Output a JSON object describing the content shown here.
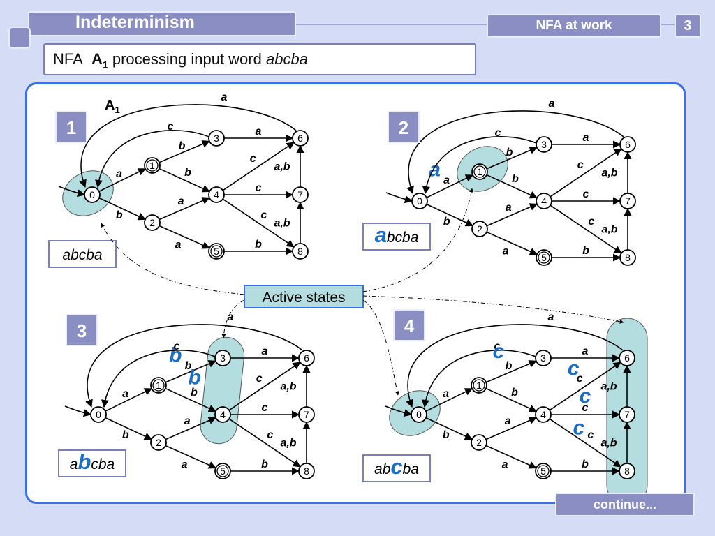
{
  "header": {
    "title": "Indeterminism",
    "tag": "NFA at work",
    "page_number": "3"
  },
  "subtitle": {
    "prefix": "NFA",
    "automaton": "A",
    "automaton_sub": "1",
    "middle": "processing input word",
    "word": "abcba"
  },
  "diagram": {
    "automaton_label": "A",
    "automaton_label_sub": "1",
    "active_states_label": "Active states",
    "continue_label": "continue...",
    "panels": [
      {
        "step": "1",
        "word_before": "",
        "word_hl": "",
        "word_after": "abcba",
        "active_states": [
          "0"
        ],
        "highlighted_labels": []
      },
      {
        "step": "2",
        "word_before": "",
        "word_hl": "a",
        "word_after": "bcba",
        "active_states": [
          "1"
        ],
        "highlighted_labels": [
          "a"
        ]
      },
      {
        "step": "3",
        "word_before": "a",
        "word_hl": "b",
        "word_after": "cba",
        "active_states": [
          "3",
          "4"
        ],
        "highlighted_labels": [
          "b",
          "b"
        ]
      },
      {
        "step": "4",
        "word_before": "ab",
        "word_hl": "c",
        "word_after": "ba",
        "active_states": [
          "0",
          "6",
          "7",
          "8"
        ],
        "highlighted_labels": [
          "c",
          "c",
          "c",
          "c"
        ]
      }
    ],
    "states": [
      "0",
      "1",
      "2",
      "3",
      "4",
      "5",
      "6",
      "7",
      "8"
    ],
    "initial_state": "0",
    "accepting_states": [
      "1",
      "5"
    ],
    "transitions": [
      {
        "from": "0",
        "to": "1",
        "label": "a"
      },
      {
        "from": "0",
        "to": "2",
        "label": "b"
      },
      {
        "from": "1",
        "to": "3",
        "label": "b"
      },
      {
        "from": "1",
        "to": "4",
        "label": "b"
      },
      {
        "from": "2",
        "to": "4",
        "label": "a"
      },
      {
        "from": "2",
        "to": "5",
        "label": "a"
      },
      {
        "from": "3",
        "to": "6",
        "label": "a"
      },
      {
        "from": "3",
        "to": "0",
        "label": "c"
      },
      {
        "from": "4",
        "to": "6",
        "label": "c"
      },
      {
        "from": "4",
        "to": "7",
        "label": "c"
      },
      {
        "from": "4",
        "to": "8",
        "label": "c"
      },
      {
        "from": "5",
        "to": "8",
        "label": "b"
      },
      {
        "from": "7",
        "to": "6",
        "label": "a,b"
      },
      {
        "from": "8",
        "to": "7",
        "label": "a,b"
      },
      {
        "from": "6",
        "to": "0",
        "label": "a"
      }
    ],
    "colors": {
      "highlight_fill": "#b4dde0",
      "highlight_text": "#1a6ec8",
      "border": "#3a6fe8",
      "badge": "#8a8ec2"
    }
  }
}
